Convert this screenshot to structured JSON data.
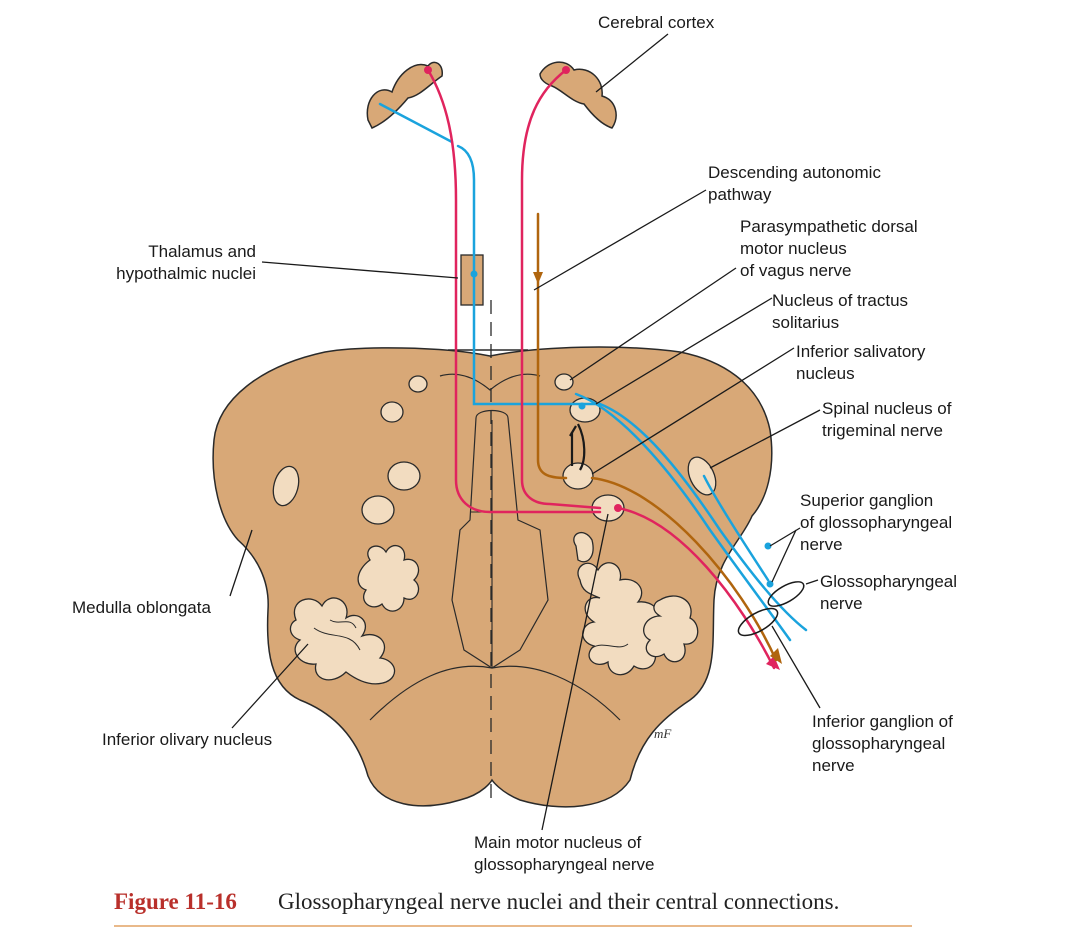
{
  "colors": {
    "tissue": "#d8a877",
    "tissue_dark": "#c3915f",
    "nucleus_fill": "#f2dcc0",
    "afferent": "#1aa3dd",
    "motor": "#e0245e",
    "autonomic": "#b0650e",
    "outline": "#2a2a2a",
    "caption_accent": "#b9302b",
    "rule": "#e9b98a"
  },
  "labels": {
    "cerebral_cortex": "Cerebral cortex",
    "descending_autonomic": [
      "Descending autonomic",
      "pathway"
    ],
    "parasympathetic": [
      "Parasympathetic dorsal",
      "motor nucleus",
      "of vagus nerve"
    ],
    "thalamus": [
      "Thalamus and",
      "hypothalmic nuclei"
    ],
    "tractus_solitarius": [
      "Nucleus of tractus",
      "solitarius"
    ],
    "inferior_salivatory": [
      "Inferior salivatory",
      "nucleus"
    ],
    "spinal_trigeminal": [
      "Spinal nucleus of",
      "trigeminal nerve"
    ],
    "superior_ganglion": [
      "Superior ganglion",
      "of glossopharyngeal",
      "nerve"
    ],
    "glossopharyngeal_nerve": [
      "Glossopharyngeal",
      "nerve"
    ],
    "medulla": "Medulla oblongata",
    "inferior_olivary": "Inferior olivary nucleus",
    "inferior_ganglion": [
      "Inferior ganglion of",
      "glossopharyngeal",
      "nerve"
    ],
    "main_motor": [
      "Main motor nucleus of",
      "glossopharyngeal nerve"
    ],
    "artist_signature": "mF"
  },
  "caption": {
    "figure_number": "Figure 11-16",
    "text": "Glossopharyngeal nerve nuclei and their central connections."
  }
}
